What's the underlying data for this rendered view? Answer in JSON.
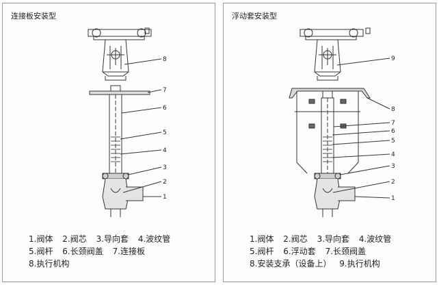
{
  "left": {
    "title": "连接板安装型",
    "callouts": [
      "8",
      "7",
      "6",
      "5",
      "4",
      "3",
      "2",
      "1"
    ],
    "legend": [
      [
        "1.阀体",
        "2.阀芯",
        "3.导向套",
        "4.波纹管"
      ],
      [
        "5.阀杆",
        "6.长颈阀盖",
        "7.连接板"
      ],
      [
        "8.执行机构"
      ]
    ]
  },
  "right": {
    "title": "浮动套安装型",
    "callouts": [
      "9",
      "8",
      "7",
      "6",
      "5",
      "4",
      "3",
      "2",
      "1"
    ],
    "legend": [
      [
        "1.阀体",
        "2.阀芯",
        "3.导向套",
        "4.波纹管"
      ],
      [
        "5.阀杆",
        "6.浮动套",
        "7.长颈阀盖"
      ],
      [
        "8.安装支承（设备上）",
        "9.执行机构"
      ]
    ]
  }
}
